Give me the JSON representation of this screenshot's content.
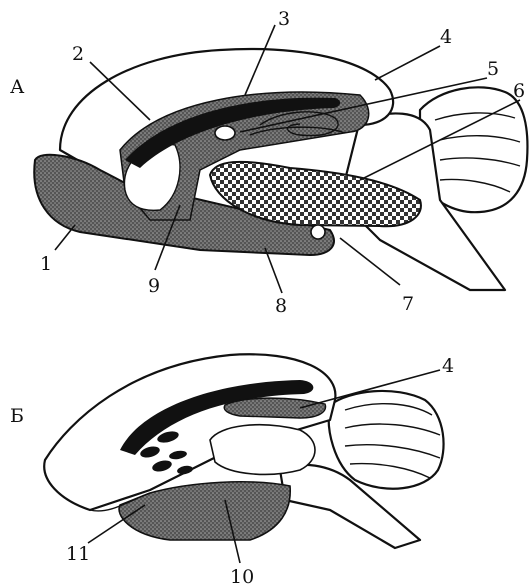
{
  "panels": [
    {
      "id": "A",
      "letter": "А",
      "labels": [
        "1",
        "2",
        "3",
        "4",
        "5",
        "6",
        "7",
        "8",
        "9"
      ]
    },
    {
      "id": "B",
      "letter": "Б",
      "labels": [
        "4",
        "10",
        "11"
      ]
    }
  ],
  "colors": {
    "ink": "#111111",
    "background": "#ffffff",
    "shading": "#777777"
  }
}
